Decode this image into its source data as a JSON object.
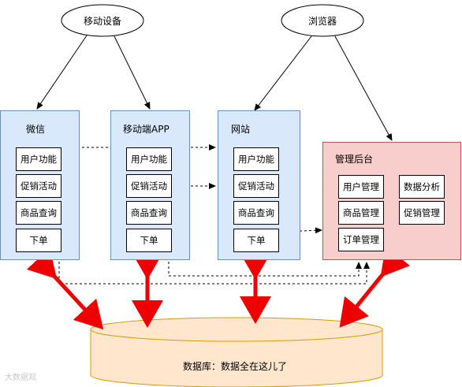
{
  "nodes": {
    "mobile_device": "移动设备",
    "browser": "浏览器"
  },
  "panels": {
    "wechat": {
      "title": "微信",
      "items": [
        "用户功能",
        "促销活动",
        "商品查询",
        "下单"
      ]
    },
    "mobile_app": {
      "title": "移动端APP",
      "items": [
        "用户功能",
        "促销活动",
        "商品查询",
        "下单"
      ]
    },
    "website": {
      "title": "网站",
      "items": [
        "用户功能",
        "促销活动",
        "商品查询",
        "下单"
      ]
    },
    "admin": {
      "title": "管理后台",
      "items": [
        "用户管理",
        "数据分析",
        "商品管理",
        "促销管理",
        "订单管理"
      ]
    }
  },
  "database": {
    "label": "数据库：数据全在这儿了"
  },
  "watermark": "大数据观",
  "colors": {
    "blue_fill": "#dae8fc",
    "blue_stroke": "#6c8ebf",
    "red_fill": "#f8cecc",
    "red_stroke": "#b85450",
    "db_fill": "#ffe6cc",
    "db_stroke": "#d79b00",
    "arrow_red": "#ee0000"
  }
}
